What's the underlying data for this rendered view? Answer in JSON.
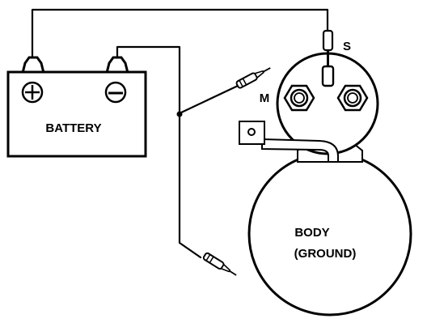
{
  "labels": {
    "battery": "BATTERY",
    "body_line1": "BODY",
    "body_line2": "(GROUND)",
    "terminal_s": "S",
    "terminal_m": "M",
    "positive": "+",
    "negative": "−"
  },
  "colors": {
    "ink": "#000000",
    "paper": "#ffffff"
  },
  "icons": {
    "positive_terminal": "plus-sign-icon",
    "negative_terminal": "minus-sign-icon"
  }
}
